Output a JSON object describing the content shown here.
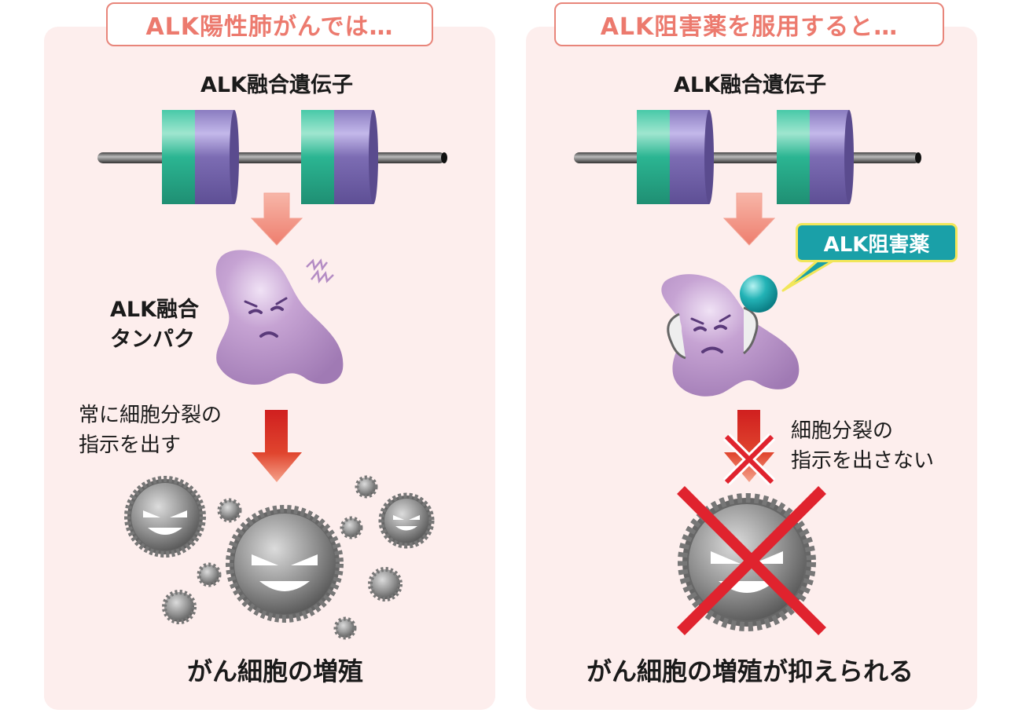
{
  "left_panel": {
    "header": "ALK陽性肺がんでは…",
    "gene_label": "ALK融合遺伝子",
    "protein_label_line1": "ALK融合",
    "protein_label_line2": "タンパク",
    "signal_label_line1": "常に細胞分裂の",
    "signal_label_line2": "指示を出す",
    "result": "がん細胞の増殖"
  },
  "right_panel": {
    "header": "ALK阻害薬を服用すると…",
    "gene_label": "ALK融合遺伝子",
    "drug_label": "ALK阻害薬",
    "signal_label_line1": "細胞分裂の",
    "signal_label_line2": "指示を出さない",
    "result": "がん細胞の増殖が抑えられる"
  },
  "colors": {
    "panel_bg": "#fdeeed",
    "header_text": "#ec7a6e",
    "gene_green": "#2bb592",
    "gene_purple": "#7c6cb3",
    "protein": "#b48cc4",
    "signal_arrow": "#d42a2a",
    "cross": "#e0232e",
    "drug": "#1aa0a8"
  }
}
